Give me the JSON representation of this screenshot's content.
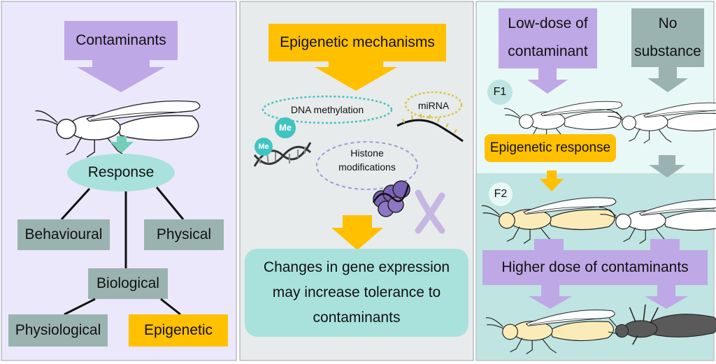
{
  "left_panel": {
    "contaminants": "Contaminants",
    "response": "Response",
    "behavioural": "Behavioural",
    "physical": "Physical",
    "biological": "Biological",
    "physiological": "Physiological",
    "epigenetic": "Epigenetic"
  },
  "middle_panel": {
    "epigenetic_mechanisms": "Epigenetic mechanisms",
    "dna_methylation": "DNA methylation",
    "mirna": "miRNA",
    "histone_line1": "Histone",
    "histone_line2": "modifications",
    "me": "Me",
    "result_line1": "Changes in gene expression",
    "result_line2": "may increase tolerance to",
    "result_line3": "contaminants"
  },
  "right_panel": {
    "low_dose_line1": "Low-dose of",
    "low_dose_line2": "contaminant",
    "no_substance_line1": "No",
    "no_substance_line2": "substance",
    "f1": "F1",
    "f2": "F2",
    "epigenetic_response": "Epigenetic response",
    "higher_dose": "Higher dose of contaminants"
  },
  "colors": {
    "lavender_bg": "#ebe8fb",
    "grey_bg": "#e8ebeb",
    "mint_bg": "#e8f8f6",
    "teal_bg": "#bfe4e1",
    "purple": "#bfa8e6",
    "orange": "#ffc000",
    "teal_box": "#a9e2dc",
    "slate": "#9bb3b0",
    "cream_bee": "#faebb8",
    "dark_bee": "#5a5a5a"
  }
}
